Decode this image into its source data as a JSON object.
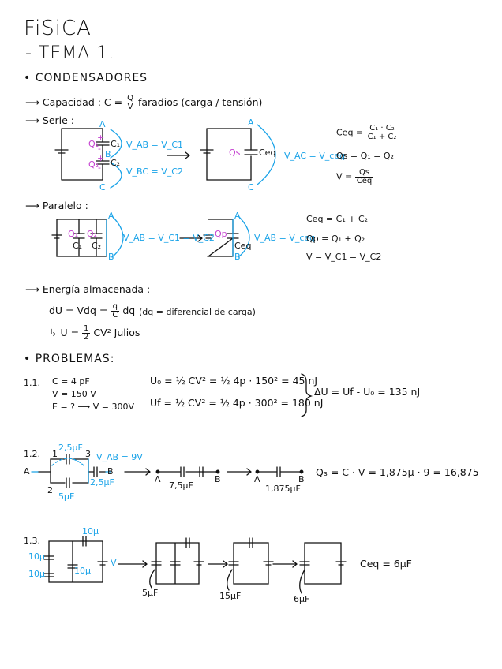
{
  "header": {
    "title": "FiSiCA",
    "subtitle": "- TEMA 1."
  },
  "condensadores": {
    "heading": "• CONDENSADORES",
    "capacidad": {
      "arrow_label": "⟶ Capacidad : C =",
      "num": "Q",
      "den": "V",
      "tail": "faradios  (carga / tensión)"
    },
    "serie": {
      "label": "⟶ Serie :",
      "A": "A",
      "B": "B",
      "C": "C",
      "q1": "Q₁",
      "q2": "Q₂",
      "c1": "C₁",
      "c2": "C₂",
      "plus1": "+",
      "minus1": "-",
      "plus2": "+",
      "minus2": "-",
      "vab": "V_AB = V_C1",
      "vbc": "V_BC = V_C2",
      "qs": "Qs",
      "ceq": "Ceq",
      "vac": "V_AC = V_ceq",
      "A2": "A",
      "C2": "C",
      "f1_lhs": "Ceq =",
      "f1_num": "C₁ · C₂",
      "f1_den": "C₁ + C₂",
      "f2": "Qs = Q₁ = Q₂",
      "f3_lhs": "V =",
      "f3_num": "Qs",
      "f3_den": "Ceq"
    },
    "paralelo": {
      "label": "⟶ Paralelo :",
      "A": "A",
      "B": "B",
      "q1": "Q₁",
      "q2": "Q₂",
      "c1": "C₁",
      "c2": "C₂",
      "vab": "V_AB = V_C1 = V_C2",
      "qp": "Qp",
      "ceq": "Ceq",
      "vab2": "V_AB = V_ceq",
      "A2": "A",
      "B2": "B",
      "f1": "Ceq = C₁ + C₂",
      "f2": "Qp = Q₁ + Q₂",
      "f3": "V = V_C1 = V_C2"
    },
    "energia": {
      "label": "⟶ Energía almacenada :",
      "du_lhs": "dU = Vdq =",
      "du_num": "q",
      "du_den": "C",
      "du_tail": "dq",
      "du_note": "(dq = diferencial de carga)",
      "u_lhs": "↳ U =",
      "u_num": "1",
      "u_den": "2",
      "u_tail": "CV²  Julios"
    }
  },
  "problemas": {
    "heading": "• PROBLEMAS:",
    "p11": {
      "num": "1.1.",
      "given1": "C = 4 pF",
      "given2": "V = 150 V",
      "given3": "E = ? ⟶ V = 300V",
      "u0": "U₀ = ½ CV² = ½ 4p · 150² = 45 nJ",
      "uf": "Uf = ½ CV² = ½ 4p · 300² = 180 nJ",
      "du": "ΔU = Uf - U₀ = 135 nJ"
    },
    "p12": {
      "num": "1.2.",
      "c1": "2,5μF",
      "c2": "5μF",
      "c3": "2,5μF",
      "n1": "1",
      "n2": "2",
      "n3": "3",
      "vab": "V_AB = 9V",
      "A": "A",
      "B": "B",
      "mid_val": "7,5μF",
      "mid_A": "A",
      "mid_B": "B",
      "end_val": "1,875μF",
      "end_A": "A",
      "end_B": "B",
      "q3": "Q₃ = C · V = 1,875μ · 9 = 16,875"
    },
    "p13": {
      "num": "1.3.",
      "c_top": "10μ",
      "c_left1": "10μ",
      "c_left2": "10μ",
      "c_mid": "10μ",
      "v": "V",
      "s1": "5μF",
      "s2": "15μF",
      "s3": "6μF",
      "ceq": "Ceq = 6μF"
    }
  },
  "colors": {
    "ink": "#111111",
    "blue": "#1aa3e8",
    "pink": "#c43fd0"
  }
}
